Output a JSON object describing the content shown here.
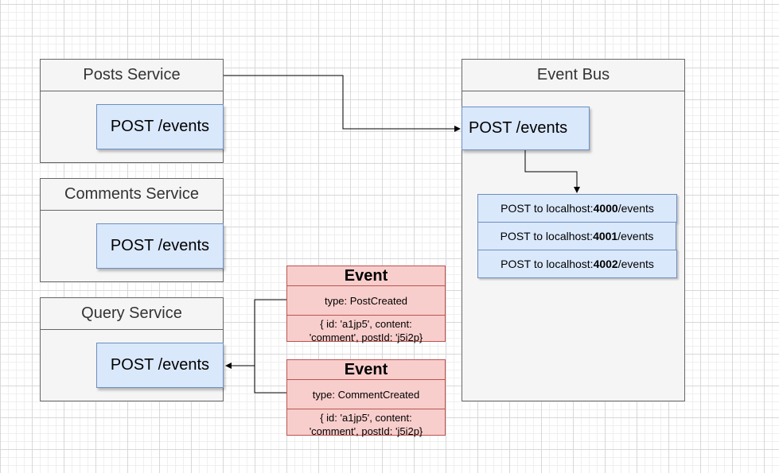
{
  "services": {
    "posts": {
      "title": "Posts Service",
      "endpoint": "POST /events"
    },
    "comments": {
      "title": "Comments Service",
      "endpoint": "POST /events"
    },
    "query": {
      "title": "Query Service",
      "endpoint": "POST /events"
    }
  },
  "event_bus": {
    "title": "Event Bus",
    "endpoint": "POST /events",
    "destinations": [
      {
        "prefix": "POST to localhost:",
        "port": "4000",
        "suffix": "/events"
      },
      {
        "prefix": "POST to localhost:",
        "port": "4001",
        "suffix": "/events"
      },
      {
        "prefix": "POST to localhost:",
        "port": "4002",
        "suffix": "/events"
      }
    ]
  },
  "events": [
    {
      "title": "Event",
      "type": "type: PostCreated",
      "data_line1": "{ id: 'a1jp5', content:",
      "data_line2": "'comment', postId: 'j5i2p}"
    },
    {
      "title": "Event",
      "type": "type: CommentCreated",
      "data_line1": "{ id: 'a1jp5', content:",
      "data_line2": "'comment', postId: 'j5i2p}"
    }
  ],
  "colors": {
    "container_fill": "#f5f5f5",
    "endpoint_fill": "#dae8fc",
    "endpoint_border": "#6c8ebf",
    "event_fill": "#f8cecc",
    "event_border": "#b85450"
  }
}
